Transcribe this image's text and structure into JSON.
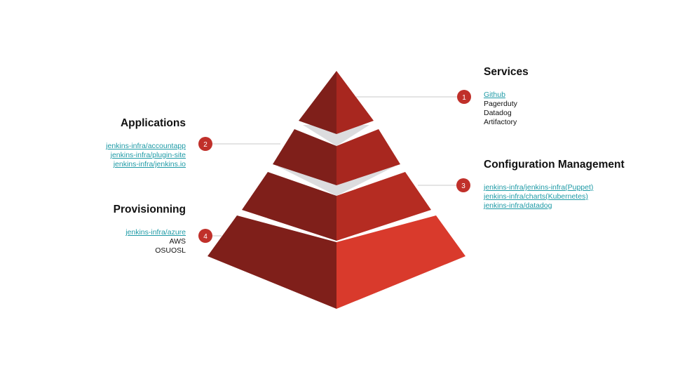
{
  "colors": {
    "accent": "#e0392b",
    "marker": "#c0302a",
    "link": "#1e9aa6",
    "shadow_face": "#7f1f1a",
    "light_face_top": "#a8271f",
    "light_face_mid": "#b52c22",
    "light_face_bottom": "#d93a2c",
    "gap_gray": "#dcdcde"
  },
  "markers": [
    {
      "number": "1"
    },
    {
      "number": "2"
    },
    {
      "number": "3"
    },
    {
      "number": "4"
    }
  ],
  "sections": {
    "services": {
      "title": "Services",
      "items": [
        {
          "text": "Github",
          "link": true
        },
        {
          "text": "Pagerduty",
          "link": false
        },
        {
          "text": "Datadog",
          "link": false
        },
        {
          "text": "Artifactory",
          "link": false
        }
      ]
    },
    "applications": {
      "title": "Applications",
      "items": [
        {
          "text": "jenkins-infra/accountapp",
          "link": true
        },
        {
          "text": "jenkins-infra/plugin-site",
          "link": true
        },
        {
          "text": "jenkins-infra/jenkins.io",
          "link": true
        }
      ]
    },
    "configuration": {
      "title": "Configuration Management",
      "items": [
        {
          "text": "jenkins-infra/jenkins-infra(Puppet)",
          "link": true
        },
        {
          "text": "jenkins-infra/charts(Kubernetes)",
          "link": true
        },
        {
          "text": "jenkins-infra/datadog",
          "link": true
        }
      ]
    },
    "provisioning": {
      "title": "Provisionning",
      "items": [
        {
          "text": "jenkins-infra/azure",
          "link": true
        },
        {
          "text": "AWS",
          "link": false
        },
        {
          "text": "OSUOSL",
          "link": false
        }
      ]
    }
  }
}
